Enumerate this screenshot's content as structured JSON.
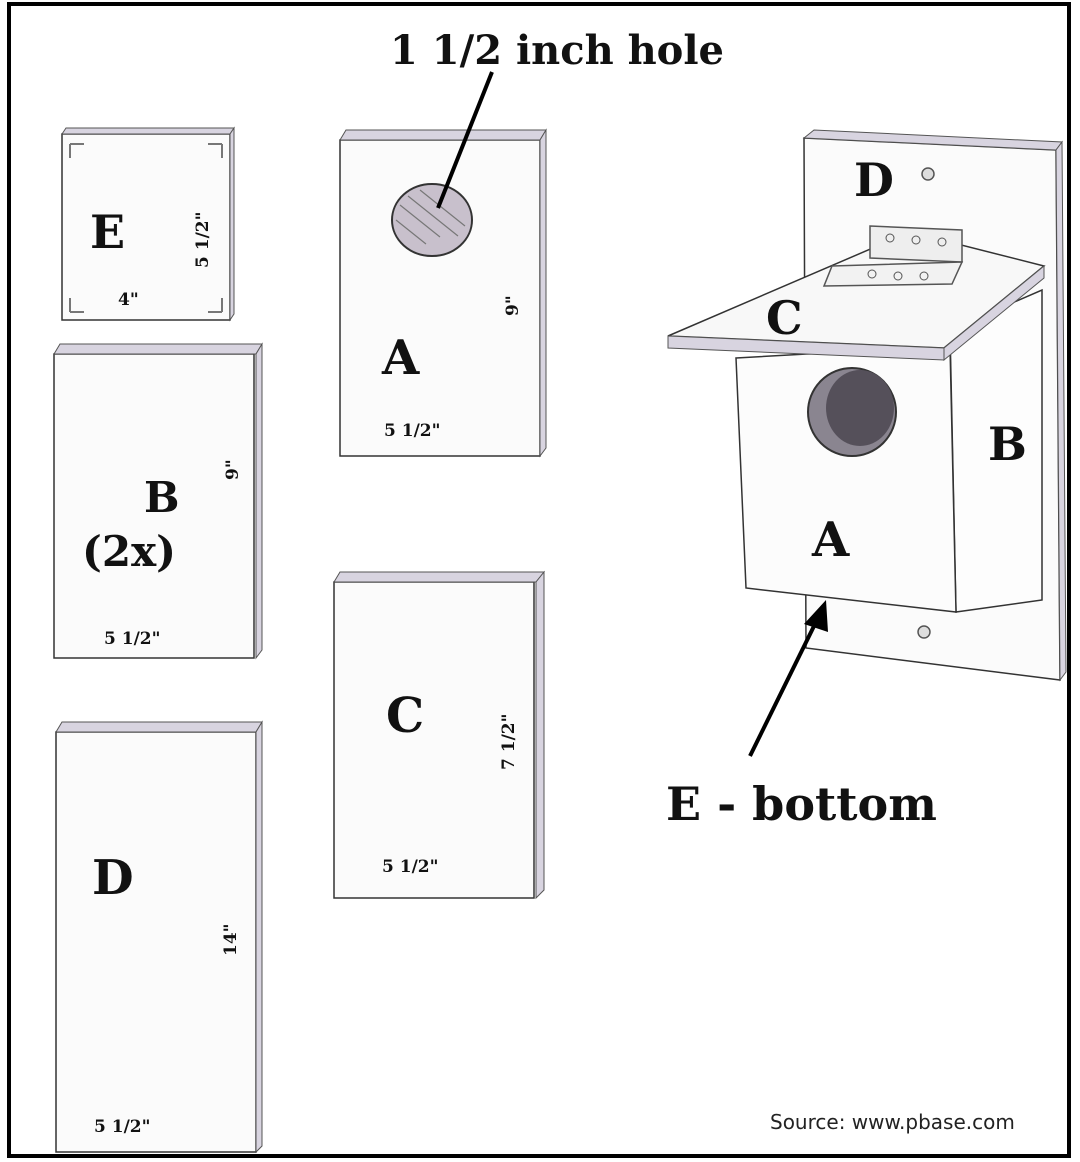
{
  "hole_label": "1 1/2 inch hole",
  "bottom_label": "E - bottom",
  "source": "Source: www.pbase.com",
  "pieces": {
    "E": {
      "letter": "E",
      "width": "4\"",
      "height": "5 1/2\""
    },
    "A": {
      "letter": "A",
      "width": "5 1/2\"",
      "height": "9\""
    },
    "B": {
      "letter": "B",
      "count": "(2x)",
      "width": "5 1/2\"",
      "height": "9\""
    },
    "C": {
      "letter": "C",
      "width": "5 1/2\"",
      "height": "7 1/2\""
    },
    "D": {
      "letter": "D",
      "width": "5 1/2\"",
      "height": "14\""
    }
  },
  "assembly": {
    "D": "D",
    "C": "C",
    "B": "B",
    "A": "A"
  }
}
